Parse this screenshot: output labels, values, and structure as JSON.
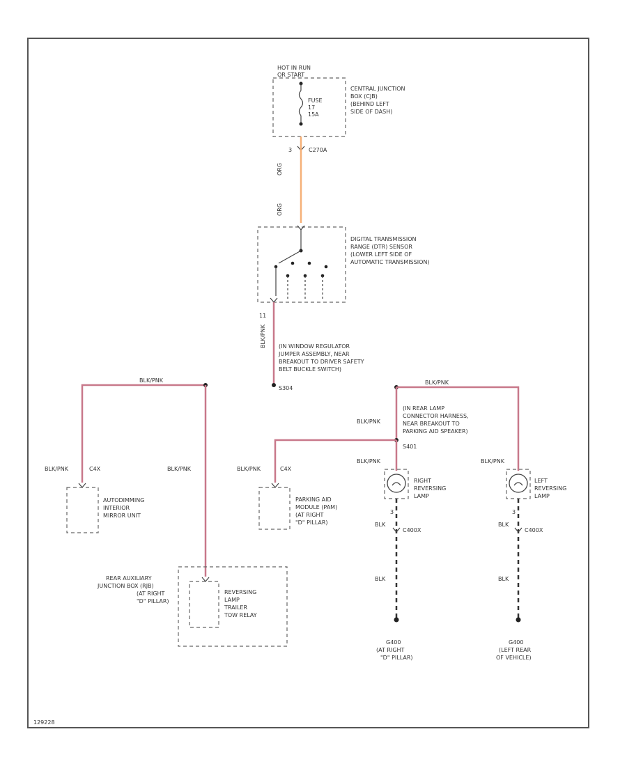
{
  "fuse_box": {
    "hot_label": [
      "HOT IN RUN",
      "OR START"
    ],
    "fuse": [
      "FUSE",
      "17",
      "15A"
    ],
    "desc": [
      "CENTRAL JUNCTION",
      "BOX (CJB)",
      "(BEHIND LEFT",
      "SIDE OF DASH)"
    ],
    "connector": "C270A",
    "pin": "3"
  },
  "wire_org": {
    "upper": "ORG",
    "lower": "ORG"
  },
  "sensor": {
    "desc": [
      "DIGITAL TRANSMISSION",
      "RANGE (DTR) SENSOR",
      "(LOWER LEFT SIDE OF",
      "AUTOMATIC TRANSMISSION)"
    ],
    "pin": "11"
  },
  "wire_sensor_out": "BLK/PNK",
  "splice_main": {
    "desc": [
      "(IN WINDOW REGULATOR",
      "JUMPER ASSEMBLY, NEAR",
      "BREAKOUT TO DRIVER SAFETY",
      "BELT BUCKLE SWITCH)"
    ],
    "id": "S304"
  },
  "left_branch": {
    "top_wire": "BLK/PNK",
    "mirror_wire": "BLK/PNK",
    "mirror_pin": "C4X",
    "mirror_desc": [
      "AUTODIMMING",
      "INTERIOR",
      "MIRROR UNIT"
    ],
    "relay_wire": "BLK/PNK"
  },
  "raj_box": {
    "outer": [
      "REAR AUXILIARY",
      "JUNCTION BOX (RJB)",
      "(AT RIGHT",
      "\"D\" PILLAR)"
    ],
    "inner": [
      "REVERSING",
      "LAMP",
      "TRAILER",
      "TOW RELAY"
    ]
  },
  "parking_aid": {
    "wire": "BLK/PNK",
    "pin": "C4X",
    "desc": [
      "PARKING AID",
      "MODULE (PAM)",
      "(AT RIGHT",
      "\"D\" PILLAR)"
    ]
  },
  "splice_rear": {
    "desc": [
      "(IN REAR LAMP",
      "CONNECTOR HARNESS,",
      "NEAR BREAKOUT TO",
      "PARKING AID SPEAKER)",
      "S401"
    ],
    "top_wire": "BLK/PNK",
    "mid_wire": "BLK/PNK"
  },
  "right_lamp": {
    "wire": "BLK/PNK",
    "desc": [
      "RIGHT",
      "REVERSING",
      "LAMP"
    ],
    "pin": "3",
    "gnd_wire1": "BLK",
    "gnd_conn": "C400X",
    "gnd_wire2": "BLK",
    "ground": [
      "G400",
      "(AT RIGHT",
      "\"D\" PILLAR)"
    ]
  },
  "left_lamp": {
    "wire": "BLK/PNK",
    "desc": [
      "LEFT",
      "REVERSING",
      "LAMP"
    ],
    "pin": "3",
    "gnd_wire1": "BLK",
    "gnd_conn": "C400X",
    "gnd_wire2": "BLK",
    "ground": [
      "G400",
      "(LEFT REAR",
      "OF VEHICLE)"
    ]
  },
  "footer_code": "129228"
}
